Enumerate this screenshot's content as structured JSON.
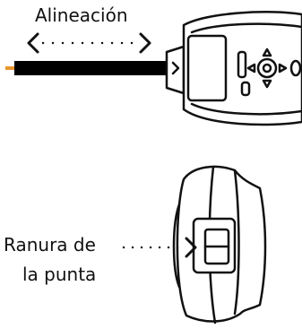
{
  "labels": {
    "alignment": "Alineación",
    "slot_line1": "Ranura de",
    "slot_line2": "la punta"
  },
  "colors": {
    "ink": "#111111",
    "probe_tip": "#e8962e",
    "cable": "#000000",
    "background": "#ffffff"
  },
  "icons": [
    "double-arrow-icon",
    "arrow-right-icon"
  ]
}
